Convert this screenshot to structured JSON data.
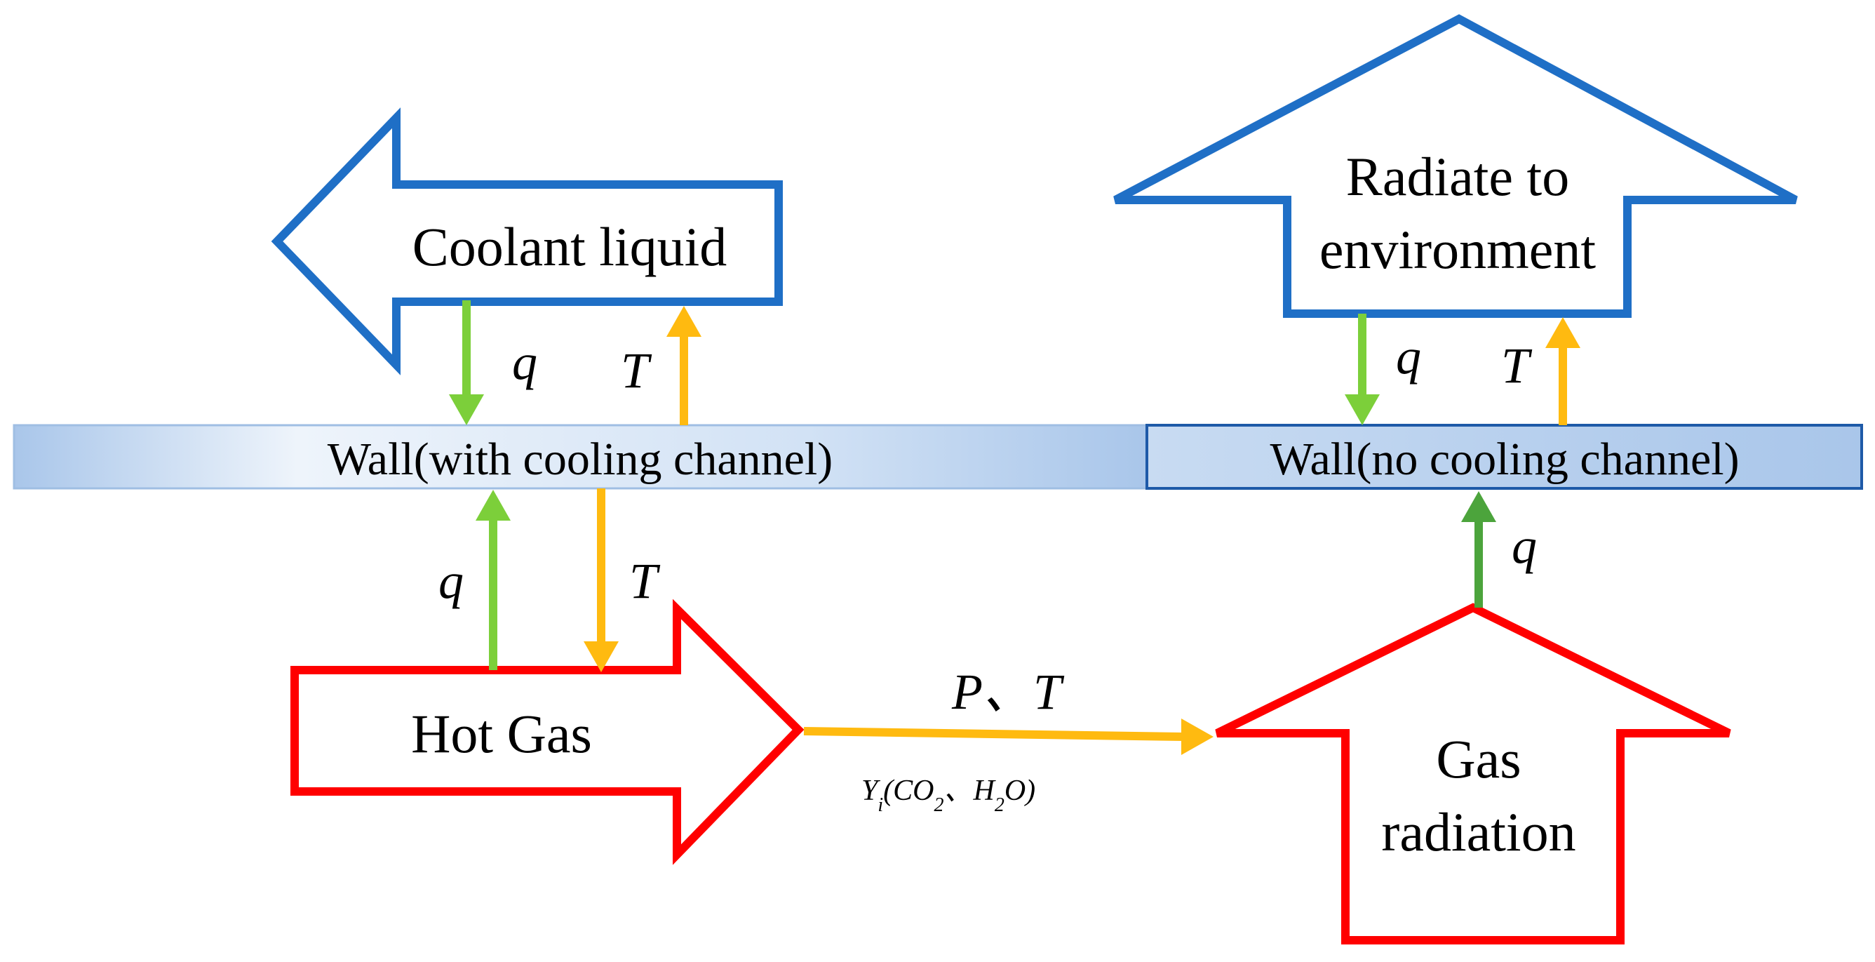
{
  "blocks": {
    "coolant": "Coolant liquid",
    "radiate_line1": "Radiate to",
    "radiate_line2": "environment",
    "hot_gas": "Hot Gas",
    "gas_radiation_line1": "Gas",
    "gas_radiation_line2": "radiation"
  },
  "walls": {
    "left": "Wall(with cooling channel)",
    "right": "Wall(no cooling channel)"
  },
  "flows": {
    "heat_flux": "q",
    "temperature": "T",
    "pressure_temperature": "P、T",
    "species_prefix": "Y",
    "species_subscript": "i",
    "species_open": "(CO",
    "species_co2_sub": "2",
    "species_mid": "、H",
    "species_h2o_sub": "2",
    "species_close": "O)"
  },
  "colors": {
    "cool_outline": "#1F6FC6",
    "hot_outline": "#FF0000",
    "heat_arrow": "#7CCF3A",
    "heat_arrow_dark": "#4CA43C",
    "temp_arrow": "#FFBA10",
    "wall_dark": "#A9C6EA",
    "wall_light": "#E3EDF9",
    "wall_border": "#1E5AA8"
  }
}
